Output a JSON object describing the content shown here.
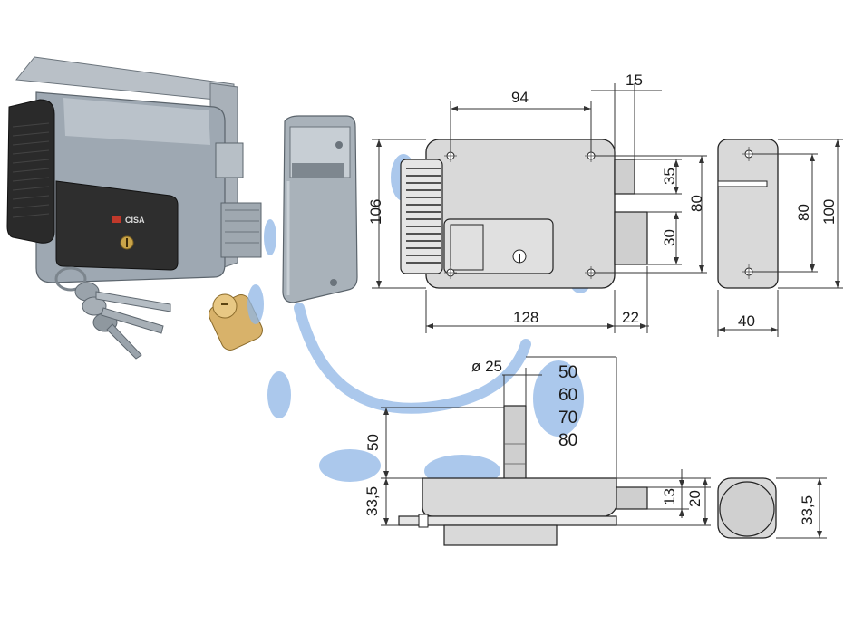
{
  "product": {
    "brand_label": "CISA"
  },
  "colors": {
    "watermark_blue": "#8fb6e6",
    "drawing_fill": "#d9d9d9",
    "lock_grey": "#9aa3ad",
    "key_plastic": "#2b2b2b",
    "cylinder_brass": "#d8b26a"
  },
  "front_view": {
    "width_128": "128",
    "offset_22": "22",
    "hole_spacing_94": "94",
    "bolt_15": "15",
    "height_106": "106",
    "bolt_height_35": "35",
    "bolt_height_30": "30",
    "hole_vertical_80": "80"
  },
  "side_view": {
    "height_80": "80",
    "height_100": "100",
    "width_40": "40"
  },
  "bottom_view": {
    "diameter": "ø 25",
    "cyl_len_50": "50",
    "cyl_len_60": "60",
    "cyl_len_70": "70",
    "cyl_len_80": "80",
    "height_50": "50",
    "depth_33_5": "33,5",
    "bolt_13": "13",
    "bolt_20": "20"
  },
  "end_view": {
    "depth_33_5": "33,5"
  }
}
